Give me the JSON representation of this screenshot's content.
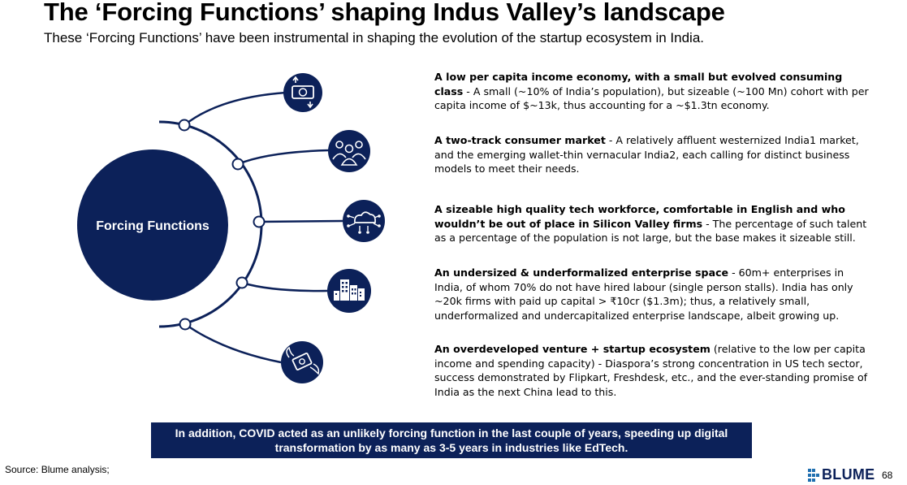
{
  "header": {
    "title": "The ‘Forcing Functions’ shaping Indus Valley’s landscape",
    "subtitle": "These ‘Forcing Functions’ have been instrumental in shaping the evolution of the startup ecosystem in India."
  },
  "diagram": {
    "center_label": "Forcing Functions",
    "icons": [
      "money-exchange-icon",
      "people-group-icon",
      "cloud-network-icon",
      "city-buildings-icon",
      "flying-money-icon"
    ],
    "colors": {
      "navy": "#0c2159",
      "white": "#ffffff"
    }
  },
  "points": [
    {
      "heading": "A low per capita income economy, with a small but evolved consuming class",
      "body": " - A small (~10% of India’s population), but sizeable (~100 Mn) cohort with per capita income of $~13k, thus accounting for a ~$1.3tn economy."
    },
    {
      "heading": "A two-track consumer market",
      "body": " - A relatively affluent westernized India1 market, and the emerging wallet-thin vernacular India2, each calling for distinct business models to meet their needs."
    },
    {
      "heading": "A sizeable high quality tech workforce, comfortable in English and who wouldn’t be out of place in Silicon Valley firms",
      "body": " - The percentage of such talent as a percentage of the population is not large, but the base makes it sizeable still."
    },
    {
      "heading": "An undersized & underformalized enterprise space",
      "body": " - 60m+ enterprises in India, of whom 70% do not have hired labour (single person stalls). India has only ~20k firms with paid up capital > ₹10cr ($1.3m); thus, a relatively small, underformalized and undercapitalized enterprise landscape, albeit growing up."
    },
    {
      "heading": "An overdeveloped venture + startup ecosystem",
      "body": " (relative to the low per capita income and spending capacity) - Diaspora’s strong concentration in US tech sector, success demonstrated by Flipkart, Freshdesk, etc., and the ever-standing promise of India as the next China lead to this."
    }
  ],
  "banner": {
    "text": "In addition, COVID acted as an unlikely forcing function in the last couple of years, speeding up digital transformation by as many as 3-5 years in industries like EdTech."
  },
  "footer": {
    "source": "Source: Blume analysis;",
    "logo": "BLUME",
    "page_number": "68"
  }
}
